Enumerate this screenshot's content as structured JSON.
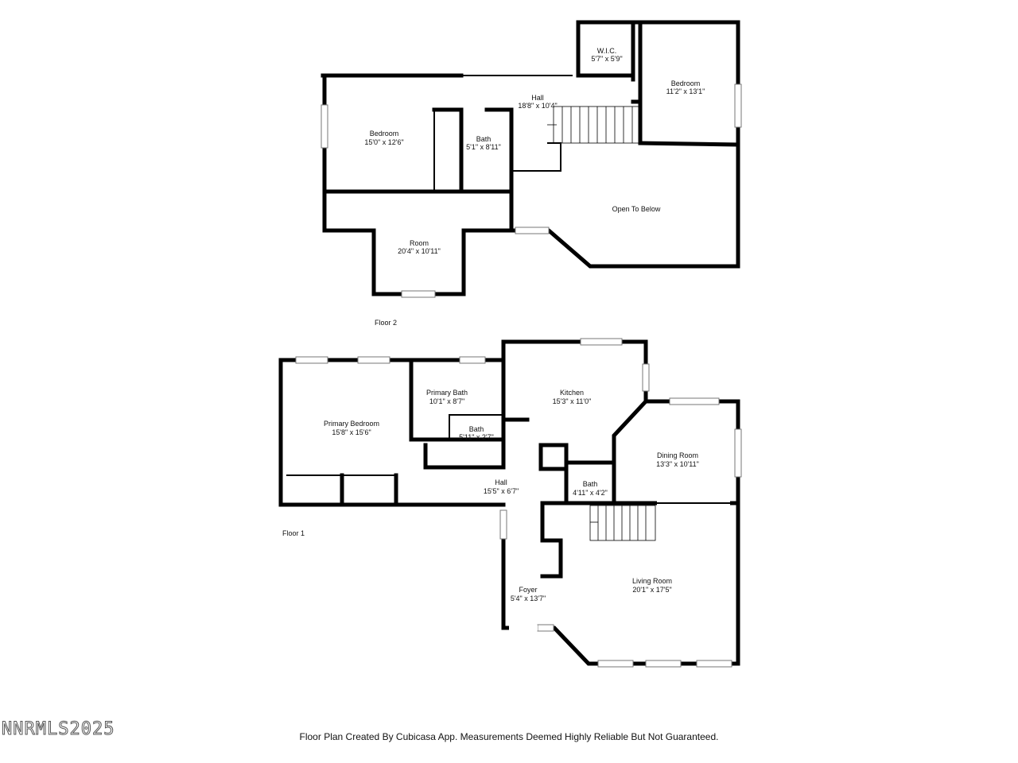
{
  "floor2": {
    "label": "Floor 2",
    "rooms": {
      "wic": {
        "name": "W.I.C.",
        "size": "5'7\" x 5'9\""
      },
      "bedroom_right": {
        "name": "Bedroom",
        "size": "11'2\" x 13'1\""
      },
      "hall": {
        "name": "Hall",
        "size": "18'8\" x 10'4\""
      },
      "bedroom_left": {
        "name": "Bedroom",
        "size": "15'0\" x 12'6\""
      },
      "bath": {
        "name": "Bath",
        "size": "5'1\" x 8'11\""
      },
      "open_below": {
        "name": "Open To Below"
      },
      "room": {
        "name": "Room",
        "size": "20'4\" x 10'11\""
      }
    }
  },
  "floor1": {
    "label": "Floor 1",
    "rooms": {
      "primary_bedroom": {
        "name": "Primary Bedroom",
        "size": "15'8\" x 15'6\""
      },
      "primary_bath": {
        "name": "Primary Bath",
        "size": "10'1\" x 8'7\""
      },
      "bath_small": {
        "name": "Bath",
        "size": "5'11\" x 2'7\""
      },
      "kitchen": {
        "name": "Kitchen",
        "size": "15'3\" x 11'0\""
      },
      "dining": {
        "name": "Dining Room",
        "size": "13'3\" x 10'11\""
      },
      "hall": {
        "name": "Hall",
        "size": "15'5\" x 6'7\""
      },
      "bath": {
        "name": "Bath",
        "size": "4'11\" x 4'2\""
      },
      "foyer": {
        "name": "Foyer",
        "size": "5'4\" x 13'7\""
      },
      "living": {
        "name": "Living Room",
        "size": "20'1\" x 17'5\""
      }
    }
  },
  "footer": {
    "note": "Floor Plan Created By Cubicasa App. Measurements Deemed Highly Reliable But Not Guaranteed.",
    "watermark": "NNRMLS2025"
  }
}
